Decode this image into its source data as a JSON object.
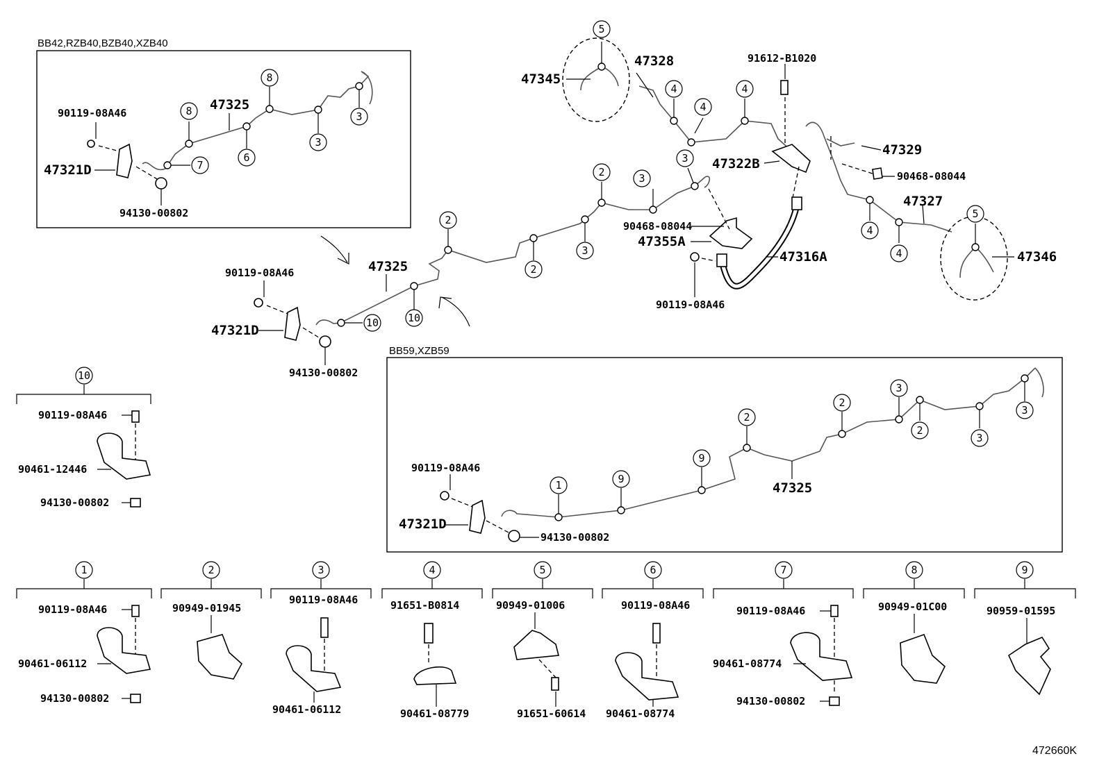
{
  "image_ref": "472660K",
  "variants": {
    "upper_left": {
      "caption": "BB42,RZB40,BZB40,XZB40"
    },
    "lower_right": {
      "caption": "BB59,XZB59"
    }
  },
  "parts": {
    "tube_front": "47325",
    "tube_rear_left": "47328",
    "tube_rear_right": "47327",
    "tube_side": "47329",
    "hose": "47316A",
    "junction_bracket": "47321D",
    "bracket_rear": "47322B",
    "bracket_mid": "47355A",
    "hose_left": "47345",
    "hose_right": "47346",
    "bolt": "90119-08A46",
    "nut": "94130-00802",
    "clip_9046808044": "90468-08044",
    "bolt_rear": "91612-B1020"
  },
  "clamp_sets": [
    {
      "no": "10",
      "parts": [
        "90119-08A46",
        "90461-12446",
        "94130-00802"
      ]
    },
    {
      "no": "1",
      "parts": [
        "90119-08A46",
        "90461-06112",
        "94130-00802"
      ]
    },
    {
      "no": "2",
      "parts": [
        "90949-01945"
      ]
    },
    {
      "no": "3",
      "parts": [
        "90119-08A46",
        "90461-06112"
      ]
    },
    {
      "no": "4",
      "parts": [
        "91651-B0814",
        "90461-08779"
      ]
    },
    {
      "no": "5",
      "parts": [
        "90949-01006",
        "91651-60614"
      ]
    },
    {
      "no": "6",
      "parts": [
        "90119-08A46",
        "90461-08774"
      ]
    },
    {
      "no": "7",
      "parts": [
        "90119-08A46",
        "90461-08774",
        "94130-00802"
      ]
    },
    {
      "no": "8",
      "parts": [
        "90949-01C00"
      ]
    },
    {
      "no": "9",
      "parts": [
        "90959-01595"
      ]
    }
  ]
}
